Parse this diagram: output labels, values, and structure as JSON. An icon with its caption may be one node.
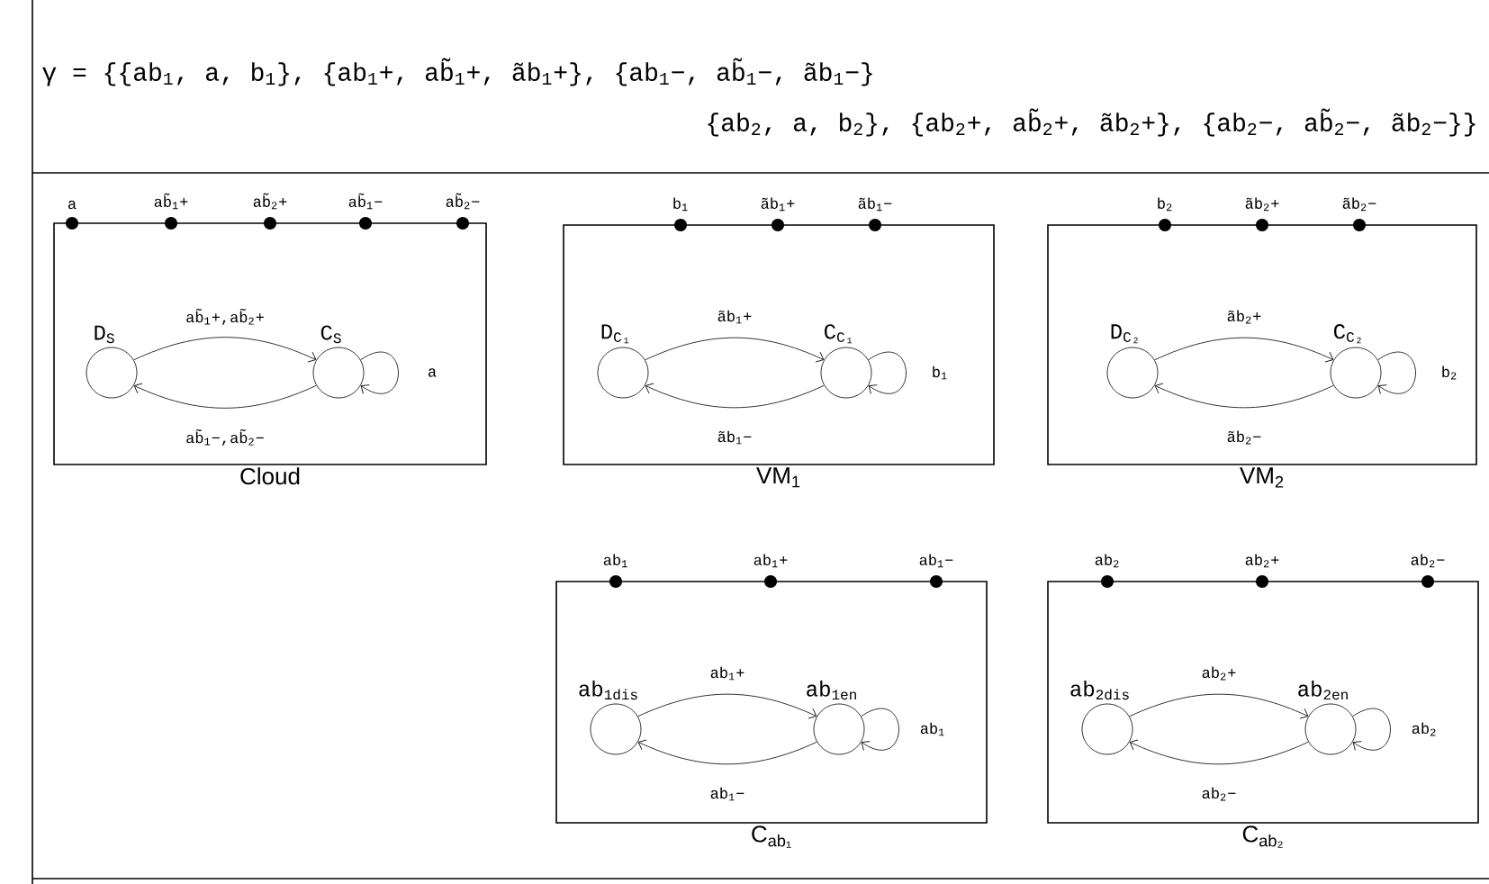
{
  "diagram": {
    "nodes": [
      {
        "text": [
          "Cloud"
        ]
      },
      {
        "text": [
          "D$_{S}$"
        ],
        "in": 0
      },
      {
        "text": [
          "C$_{S}$"
        ],
        "in": 0
      },
      {
        "text": [
          "a"
        ]
      },
      {
        "text": [
          "ab̃$_{1}$+"
        ]
      },
      {
        "text": [
          "ab̃$_{2}$+"
        ]
      },
      {
        "text": [
          "ab̃$_{1}$−"
        ]
      },
      {
        "text": [
          "ab̃$_{2}$−"
        ]
      },
      {
        "text": [
          "VM$_{1}$"
        ]
      },
      {
        "text": [
          "D$_{C₁}$"
        ],
        "in": 8
      },
      {
        "text": [
          "C$_{C₁}$"
        ],
        "in": 8
      },
      {
        "text": [
          "b$_{1}$"
        ]
      },
      {
        "text": [
          "ãb$_{1}$+"
        ]
      },
      {
        "text": [
          "ãb$_{1}$−"
        ]
      },
      {
        "text": [
          "VM$_{2}$"
        ]
      },
      {
        "text": [
          "D$_{C₂}$"
        ],
        "in": 14
      },
      {
        "text": [
          "C$_{C₂}$"
        ],
        "in": 14
      },
      {
        "text": [
          "b$_{2}$"
        ]
      },
      {
        "text": [
          "ãb$_{2}$+"
        ]
      },
      {
        "text": [
          "ãb$_{2}$−"
        ]
      },
      {
        "text": [
          "C$_{ab₁}$"
        ]
      },
      {
        "text": [
          "ab$_{1dis}$"
        ],
        "in": 20
      },
      {
        "text": [
          "ab$_{1en}$"
        ],
        "in": 20
      },
      {
        "text": [
          "ab$_{1}$"
        ]
      },
      {
        "text": [
          "ab$_{1}$+"
        ]
      },
      {
        "text": [
          "ab$_{1}$−"
        ]
      },
      {
        "text": [
          "C$_{ab₂}$"
        ]
      },
      {
        "text": [
          "ab$_{2dis}$"
        ],
        "in": 26
      },
      {
        "text": [
          "ab$_{2en}$"
        ],
        "in": 26
      },
      {
        "text": [
          "ab$_{2}$"
        ]
      },
      {
        "text": [
          "ab$_{2}$+"
        ]
      },
      {
        "text": [
          "ab$_{2}$−"
        ]
      }
    ],
    "edges": [
      {
        "from": 1,
        "to": 2,
        "arrow": "to",
        "label": "ab̃$_{1}$+,ab̃$_{2}$+"
      },
      {
        "from": 2,
        "to": 1,
        "arrow": "to",
        "label": "ab̃$_{1}$−,ab̃$_{2}$−"
      },
      {
        "from": 2,
        "to": 2,
        "arrow": "to",
        "label": "a"
      },
      {
        "from": 9,
        "to": 10,
        "arrow": "to",
        "label": "ãb$_{1}$+"
      },
      {
        "from": 10,
        "to": 9,
        "arrow": "to",
        "label": "ãb$_{1}$−"
      },
      {
        "from": 10,
        "to": 10,
        "arrow": "to",
        "label": "b$_{1}$"
      },
      {
        "from": 15,
        "to": 16,
        "arrow": "to",
        "label": "ãb$_{2}$+"
      },
      {
        "from": 16,
        "to": 15,
        "arrow": "to",
        "label": "ãb$_{2}$−"
      },
      {
        "from": 16,
        "to": 16,
        "arrow": "to",
        "label": "b$_{2}$"
      },
      {
        "from": 21,
        "to": 22,
        "arrow": "to",
        "label": "ab$_{1}$+"
      },
      {
        "from": 22,
        "to": 21,
        "arrow": "to",
        "label": "ab$_{1}$−"
      },
      {
        "from": 22,
        "to": 22,
        "arrow": "to",
        "label": "ab$_{1}$"
      },
      {
        "from": 27,
        "to": 28,
        "arrow": "to",
        "label": "ab$_{2}$+"
      },
      {
        "from": 28,
        "to": 27,
        "arrow": "to",
        "label": "ab$_{2}$−"
      },
      {
        "from": 28,
        "to": 28,
        "arrow": "to",
        "label": "ab$_{2}$"
      }
    ],
    "labels": [
      "γ = {{ab$_{1}$, a, b$_{1}$}, {ab$_{1}$+, ab̃$_{1}$+, ãb$_{1}$+}, {ab$_{1}$−, ab̃$_{1}$−, ãb$_{1}$−}",
      "{ab$_{2}$, a, b$_{2}$}, {ab$_{2}$+, ab̃$_{2}$+, ãb$_{2}$+}, {ab$_{2}$−, ab̃$_{2}$−, ãb$_{2}$−}}"
    ]
  }
}
